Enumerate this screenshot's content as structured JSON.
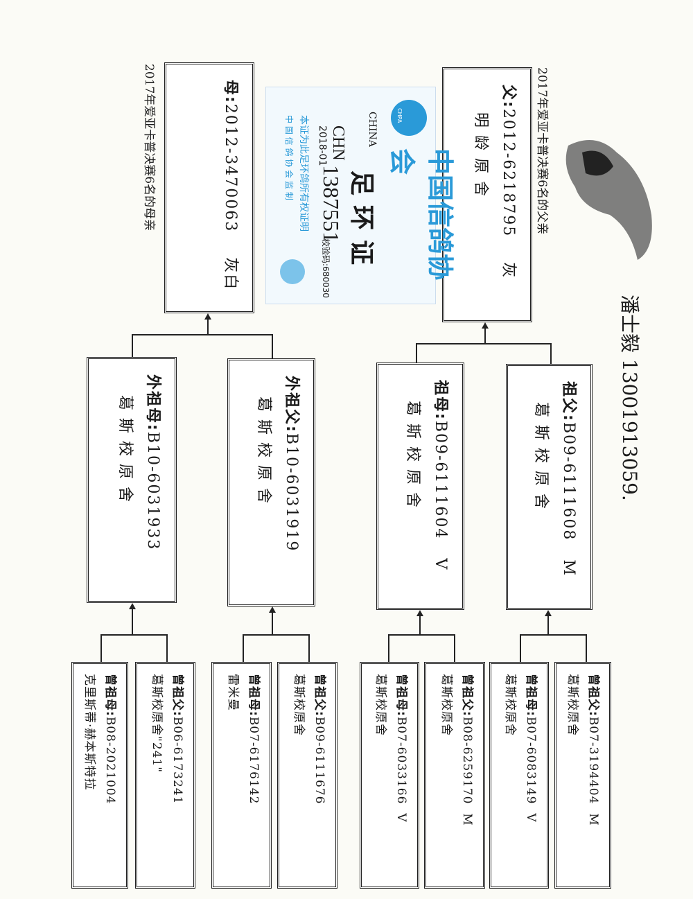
{
  "sire": {
    "caption": "2017年爱亚卡普决赛6名的父亲",
    "label": "父:",
    "ring": "2012-6218795",
    "sex": "灰",
    "loft": "明 龄 原 舍"
  },
  "dam": {
    "caption": "2017年爱亚卡普决赛6名的母亲",
    "label": "母:",
    "ring": "2012-3470063",
    "sex": "灰白"
  },
  "ring_card": {
    "org": "中国信鸽协会",
    "title": "足环证",
    "country": "CHINA",
    "logo": "CHPA",
    "prefix": "CHN",
    "year": "2018-01",
    "number": "1387551",
    "check_code": "校验码:680030",
    "note1": "本证为此足环鸽所有权证明",
    "note2": "中 国 信 鸽 协 会 监 制"
  },
  "grandparents": [
    {
      "label": "祖父:",
      "ring": "B09-6111608",
      "sex": "M",
      "loft": "葛 斯 校 原 舍"
    },
    {
      "label": "祖母:",
      "ring": "B09-6111604",
      "sex": "V",
      "loft": "葛 斯 校 原 舍"
    },
    {
      "label": "外祖父:",
      "ring": "B10-6031919",
      "sex": "",
      "loft": "葛 斯 校 原 舍"
    },
    {
      "label": "外祖母:",
      "ring": "B10-6031933",
      "sex": "",
      "loft": "葛 斯 校 原 舍"
    }
  ],
  "great_grandparents": [
    {
      "label": "曾祖父:",
      "ring": "B07-3194404",
      "sex": "M",
      "loft": "葛斯校原舍"
    },
    {
      "label": "曾祖母:",
      "ring": "B07-6083149",
      "sex": "V",
      "loft": "葛斯校原舍"
    },
    {
      "label": "曾祖父:",
      "ring": "B08-6259170",
      "sex": "M",
      "loft": "葛斯校原舍"
    },
    {
      "label": "曾祖母:",
      "ring": "B07-6033166",
      "sex": "V",
      "loft": "葛斯校原舍"
    },
    {
      "label": "曾祖父:",
      "ring": "B09-6111676",
      "sex": "",
      "loft": "葛斯校原舍"
    },
    {
      "label": "曾祖母:",
      "ring": "B07-6176142",
      "sex": "",
      "loft": "雷米曼"
    },
    {
      "label": "曾祖父:",
      "ring": "B06-6173241",
      "sex": "",
      "loft": "葛斯校原舍\"241\""
    },
    {
      "label": "曾祖母:",
      "ring": "B08-2021004",
      "sex": "",
      "loft": "克里斯蒂·赫本斯特拉"
    }
  ],
  "contact": {
    "name": "潘士毅",
    "phone": "13001913059."
  },
  "colors": {
    "card_blue": "#2a9ad8",
    "ink": "#1a1a1a"
  }
}
